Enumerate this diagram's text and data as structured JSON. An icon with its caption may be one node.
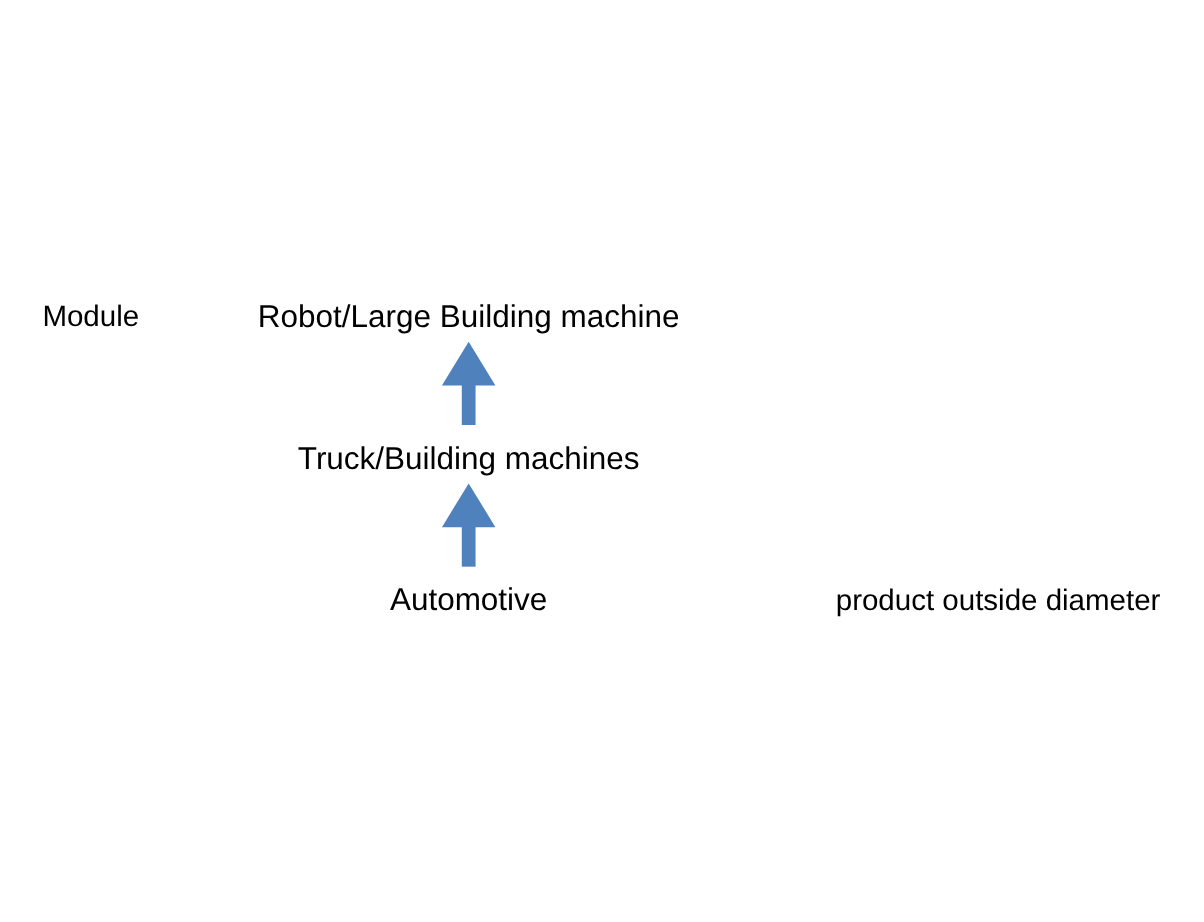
{
  "diagram": {
    "nodes": [
      {
        "text": [
          "Automotive"
        ]
      },
      {
        "text": [
          "Truck/Building machines"
        ]
      },
      {
        "text": [
          "Robot/Large Building machine"
        ]
      }
    ],
    "edges": [
      {
        "from": 0,
        "to": 1,
        "arrow": "to"
      },
      {
        "from": 1,
        "to": 2,
        "arrow": "to"
      }
    ],
    "labels": [
      "Module",
      "product outside diameter"
    ]
  }
}
